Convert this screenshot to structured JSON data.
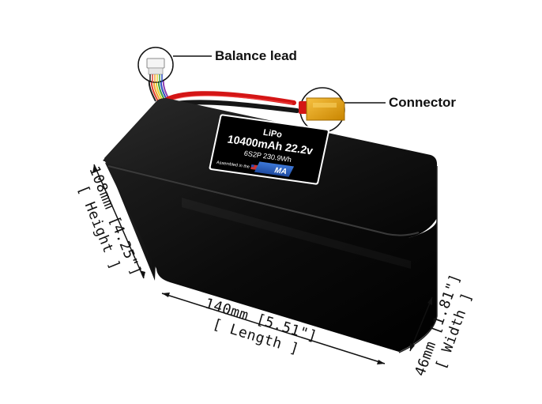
{
  "callouts": {
    "balance_lead": "Balance lead",
    "connector": "Connector"
  },
  "label": {
    "chemistry": "LiPo",
    "capacity_voltage": "10400mAh 22.2v",
    "config": "6S2P 230.9Wh",
    "assembled": "Assembled in the",
    "brand": "MA"
  },
  "dimensions": {
    "height_value": "108mm [4.25\"]",
    "height_label": "[ Height ]",
    "length_value": "140mm [5.51\"]",
    "length_label": "[ Length ]",
    "width_value": "46mm [1.81\"]",
    "width_label": "[ Width ]"
  },
  "colors": {
    "battery_body": "#0b0b0b",
    "wire_red": "#d41515",
    "wire_black": "#161616",
    "connector_yellow": "#e8a413",
    "label_blue": "#2c64c8"
  }
}
